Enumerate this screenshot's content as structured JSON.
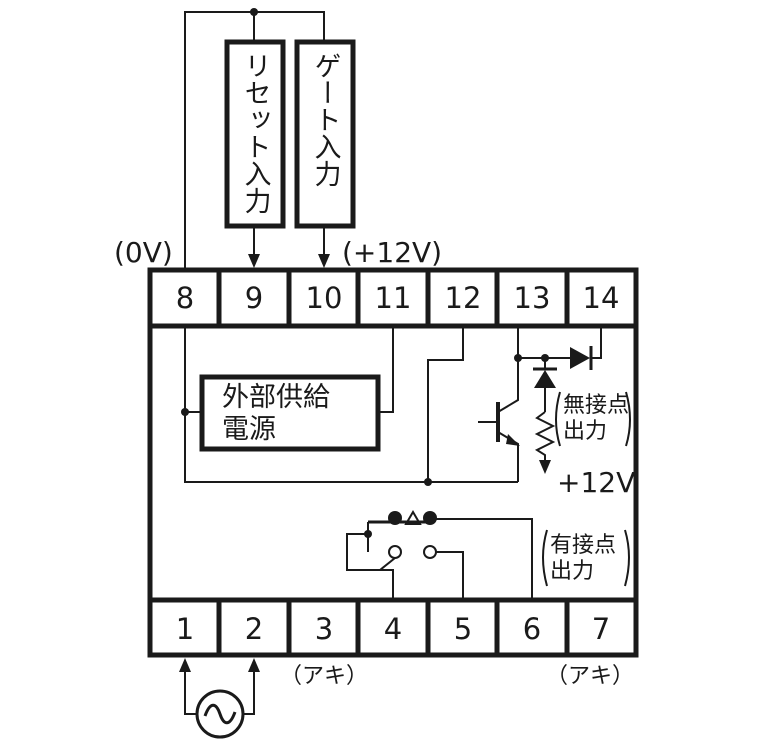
{
  "inputs": {
    "reset_label": "リセット入力",
    "gate_label": "ゲート入力"
  },
  "power_block": {
    "line1": "外部供給",
    "line2": "電源"
  },
  "voltages": {
    "zero": "(0V)",
    "plus12_top": "(+12V)",
    "plus12_out": "+12V"
  },
  "top_terminals": [
    "8",
    "9",
    "10",
    "11",
    "12",
    "13",
    "14"
  ],
  "bottom_terminals": [
    "1",
    "2",
    "3",
    "4",
    "5",
    "6",
    "7"
  ],
  "notes": {
    "unused_3": "（アキ）",
    "unused_7": "（アキ）"
  },
  "outputs": {
    "no_contact_line1": "無接点",
    "no_contact_line2": "出力",
    "contact_line1": "有接点",
    "contact_line2": "出力"
  },
  "ac_source_icon": "ac-source-icon"
}
